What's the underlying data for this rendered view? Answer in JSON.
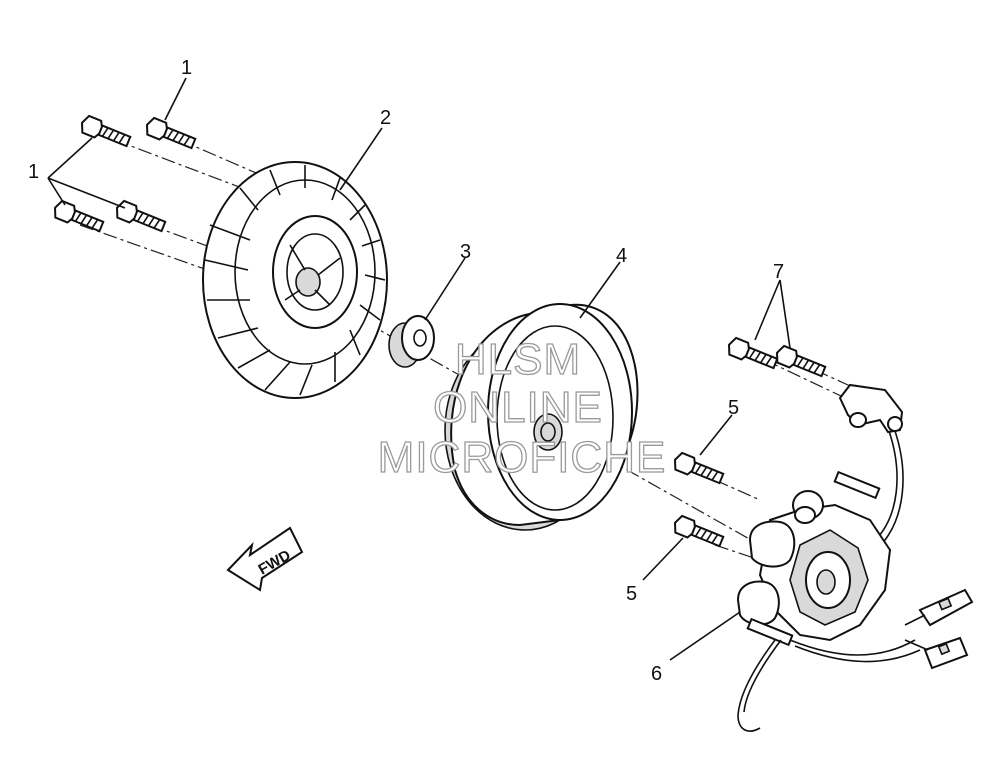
{
  "callouts": [
    {
      "id": "c1a",
      "label": "1"
    },
    {
      "id": "c1b",
      "label": "1"
    },
    {
      "id": "c2",
      "label": "2"
    },
    {
      "id": "c3",
      "label": "3"
    },
    {
      "id": "c4",
      "label": "4"
    },
    {
      "id": "c5a",
      "label": "5"
    },
    {
      "id": "c5b",
      "label": "5"
    },
    {
      "id": "c6",
      "label": "6"
    },
    {
      "id": "c7",
      "label": "7"
    }
  ],
  "direction_arrow": {
    "label": "FWD"
  },
  "watermark": {
    "line1": "HLSM",
    "line2": "ONLINE",
    "line3": "MICROFICHE"
  },
  "colors": {
    "ink": "#111111",
    "watermark_outline": "#9a9a9a",
    "background": "#ffffff",
    "shade": "#d9d9d9"
  }
}
